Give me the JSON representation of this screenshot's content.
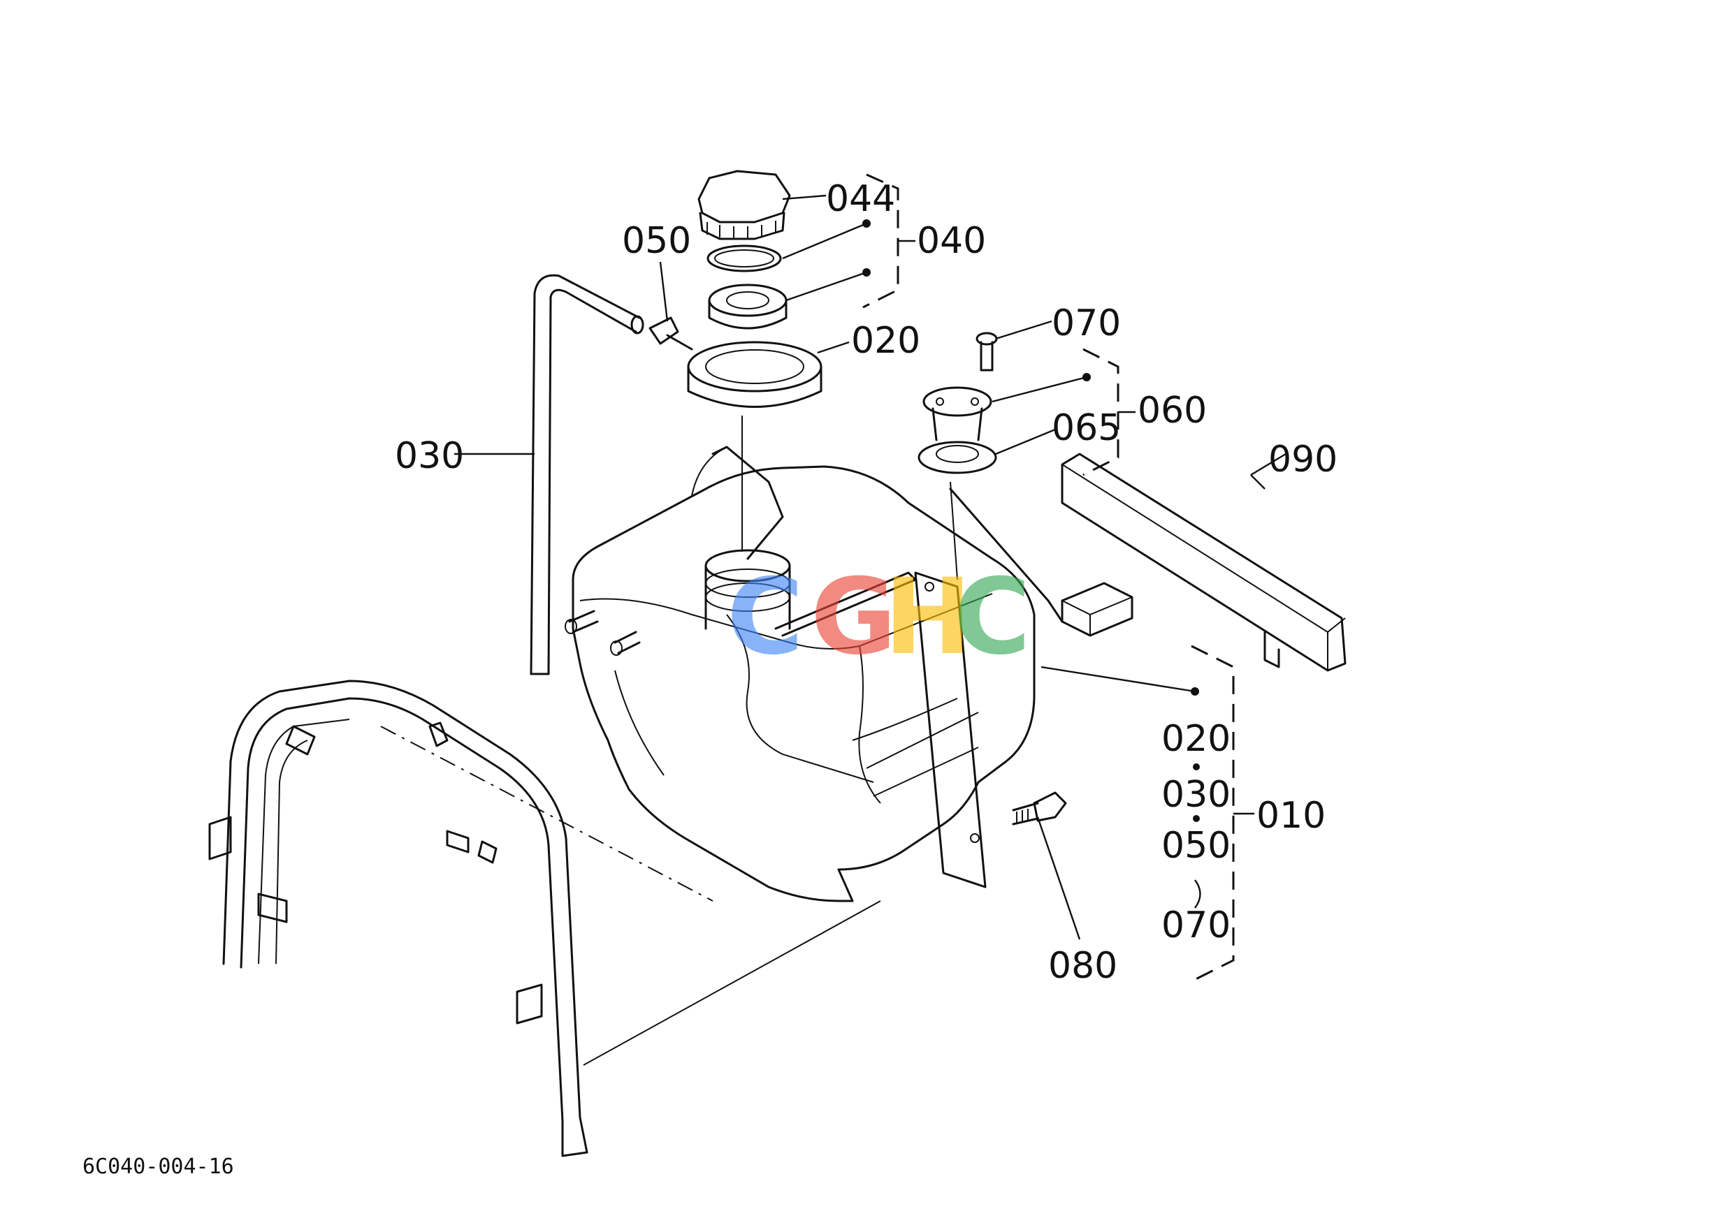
{
  "diagram": {
    "part_labels": {
      "p044": "044",
      "p040": "040",
      "p050": "050",
      "p020": "020",
      "p030": "030",
      "p070": "070",
      "p060": "060",
      "p065": "065",
      "p090": "090",
      "p080": "080",
      "p010": "010"
    },
    "kit_010_contents": {
      "a": "020",
      "b": "030",
      "c": "050",
      "d": "070"
    },
    "drawing_code": "6C040-004-16",
    "watermark": {
      "letters": [
        "C",
        "G",
        "H",
        "C"
      ],
      "colors": [
        "#4285F4",
        "#EA4335",
        "#FBBC05",
        "#34A853"
      ]
    }
  }
}
